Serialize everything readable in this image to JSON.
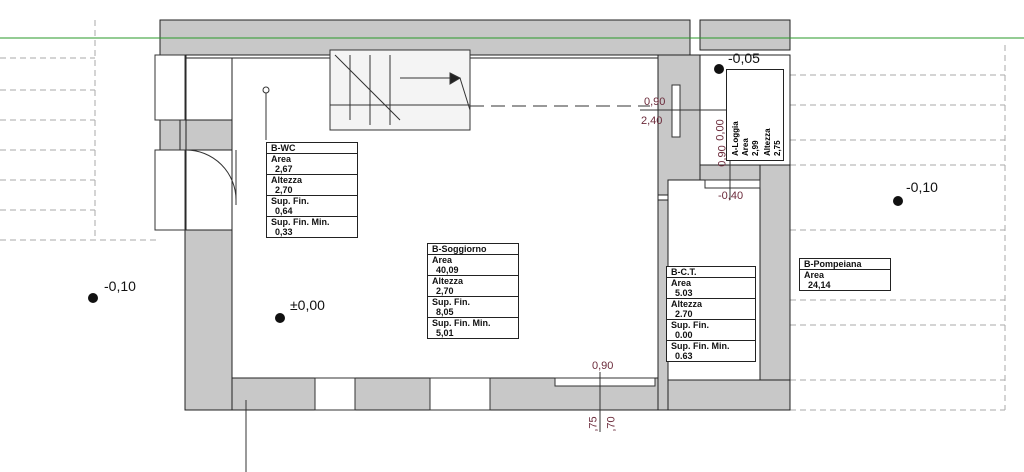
{
  "levels": {
    "left_outside": "-0,10",
    "living": "±0,00",
    "loggia": "-0,05",
    "right_outside": "-0,10"
  },
  "dimensions": {
    "door_top_width": "0,90",
    "door_top_height": "2,40",
    "loggia_sill": "0,00",
    "loggia_width": "0,90",
    "loggia_step": "-0,40",
    "window_bottom_width": "0,90",
    "window_bottom_a": ",75",
    "window_bottom_b": ",70"
  },
  "rooms": {
    "wc": {
      "name": "B-WC",
      "area_label": "Area",
      "area": "2,67",
      "height_label": "Altezza",
      "height": "2,70",
      "sup_label": "Sup. Fin.",
      "sup": "0,64",
      "supmin_label": "Sup. Fin. Min.",
      "supmin": "0,33"
    },
    "soggiorno": {
      "name": "B-Soggiorno",
      "area_label": "Area",
      "area": "40,09",
      "height_label": "Altezza",
      "height": "2,70",
      "sup_label": "Sup. Fin.",
      "sup": "8,05",
      "supmin_label": "Sup. Fin. Min.",
      "supmin": "5,01"
    },
    "ct": {
      "name": "B-C.T.",
      "area_label": "Area",
      "area": "5.03",
      "height_label": "Altezza",
      "height": "2.70",
      "sup_label": "Sup. Fin.",
      "sup": "0.00",
      "supmin_label": "Sup. Fin. Min.",
      "supmin": "0.63"
    },
    "pompeiana": {
      "name": "B-Pompeiana",
      "area_label": "Area",
      "area": "24,14"
    },
    "loggia": {
      "name": "A-Loggia",
      "area_label": "Area",
      "area": "2,99",
      "height_label": "Altezza",
      "height": "2,75"
    }
  }
}
